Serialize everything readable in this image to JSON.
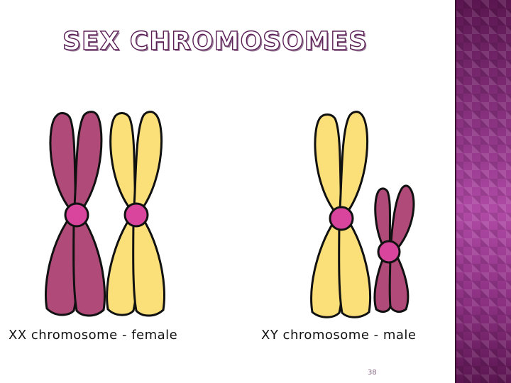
{
  "slide": {
    "title": "SEX CHROMOSOMES",
    "female_caption": "XX chromosome - female",
    "male_caption": "XY chromosome - male",
    "page_number": "38"
  },
  "colors": {
    "x_dark": "#b04a78",
    "x_light": "#fbe07a",
    "centromere": "#d9449c",
    "outline": "#111111",
    "side_panel": "#8e3585"
  }
}
